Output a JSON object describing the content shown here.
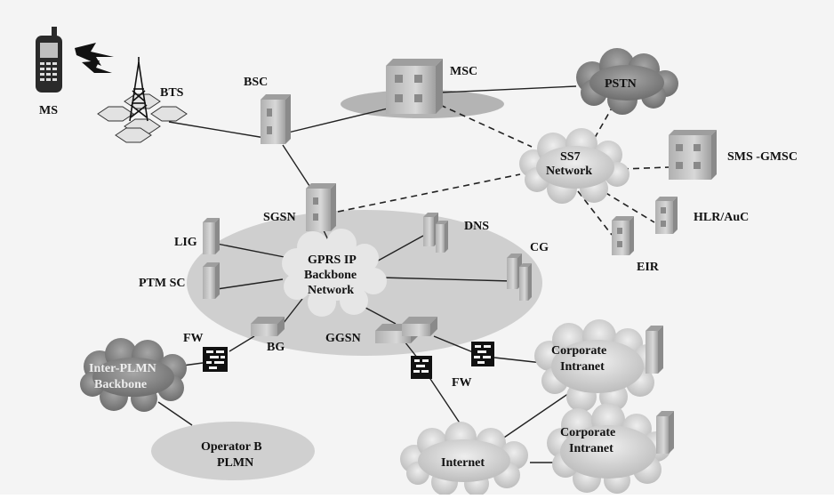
{
  "diagram": {
    "nodes": {
      "ms": "MS",
      "bts": "BTS",
      "bsc": "BSC",
      "msc": "MSC",
      "pstn": "PSTN",
      "ss7_line1": "SS7",
      "ss7_line2": "Network",
      "sms_gmsc": "SMS -GMSC",
      "hlr_auc": "HLR/AuC",
      "eir": "EIR",
      "sgsn": "SGSN",
      "lig": "LIG",
      "dns": "DNS",
      "cg": "CG",
      "ptm_sc": "PTM SC",
      "backbone_line1": "GPRS IP",
      "backbone_line2": "Backbone",
      "backbone_line3": "Network",
      "fw_left": "FW",
      "bg": "BG",
      "ggsn": "GGSN",
      "fw_right": "FW",
      "inter_plmn_line1": "Inter-PLMN",
      "inter_plmn_line2": "Backbone",
      "operator_b_line1": "Operator B",
      "operator_b_line2": "PLMN",
      "internet": "Internet",
      "corp1_line1": "Corporate",
      "corp1_line2": "Intranet",
      "corp2_line1": "Corporate",
      "corp2_line2": "Intranet"
    },
    "colors": {
      "cloud_light": "#d4d4d4",
      "cloud_dark": "#8c8c8c",
      "building": "#c8c8c8",
      "building_window": "#8a8a8a",
      "link": "#222222"
    }
  }
}
